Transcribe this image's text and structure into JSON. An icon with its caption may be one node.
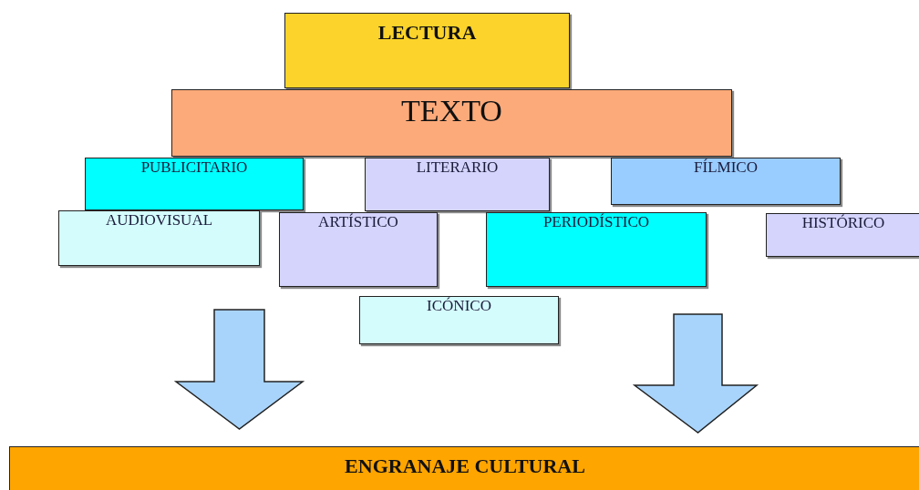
{
  "diagram": {
    "nodes": [
      {
        "text": [
          "LECTURA"
        ]
      },
      {
        "text": [
          "TEXTO"
        ]
      },
      {
        "text": [
          "PUBLICITARIO"
        ]
      },
      {
        "text": [
          "LITERARIO"
        ]
      },
      {
        "text": [
          "FÍLMICO"
        ]
      },
      {
        "text": [
          "AUDIOVISUAL"
        ]
      },
      {
        "text": [
          "ARTÍSTICO"
        ]
      },
      {
        "text": [
          "PERIODÍSTICO"
        ]
      },
      {
        "text": [
          "HISTÓRICO"
        ]
      },
      {
        "text": [
          "ICÓNICO"
        ]
      },
      {
        "text": [
          "ENGRANAJE CULTURAL"
        ]
      }
    ],
    "edges": [
      {
        "from": null,
        "to": 10,
        "arrow": "to",
        "style": "thick"
      },
      {
        "from": null,
        "to": 10,
        "arrow": "to",
        "style": "thick"
      }
    ]
  }
}
